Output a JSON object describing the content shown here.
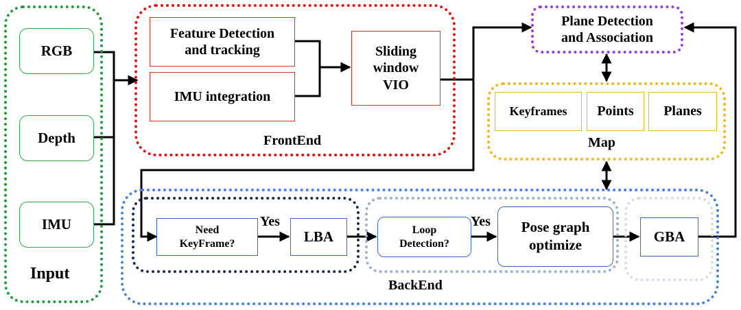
{
  "input": {
    "title": "Input",
    "rgb": "RGB",
    "depth": "Depth",
    "imu": "IMU"
  },
  "frontend": {
    "title": "FrontEnd",
    "feature_line1": "Feature Detection",
    "feature_line2": "and tracking",
    "imu_integration": "IMU integration",
    "vio_line1": "Sliding",
    "vio_line2": "window",
    "vio_line3": "VIO"
  },
  "plane": {
    "line1": "Plane Detection",
    "line2": "and Association"
  },
  "map": {
    "title": "Map",
    "keyframes": "Keyframes",
    "points": "Points",
    "planes": "Planes"
  },
  "backend": {
    "title": "BackEnd",
    "need_line1": "Need",
    "need_line2": "KeyFrame?",
    "yes1": "Yes",
    "lba": "LBA",
    "loop_line1": "Loop",
    "loop_line2": "Detection?",
    "yes2": "Yes",
    "pose_line1": "Pose graph",
    "pose_line2": "optimize",
    "gba": "GBA"
  },
  "colors": {
    "input": "#1f9e3a",
    "frontend": "#e21010",
    "plane": "#9b3be0",
    "map": "#f2b51c",
    "backend": "#4a80d9",
    "lba_group": "#1c2b4a",
    "loop_group": "#9bb1cc",
    "gba_group": "#d5dde9"
  }
}
